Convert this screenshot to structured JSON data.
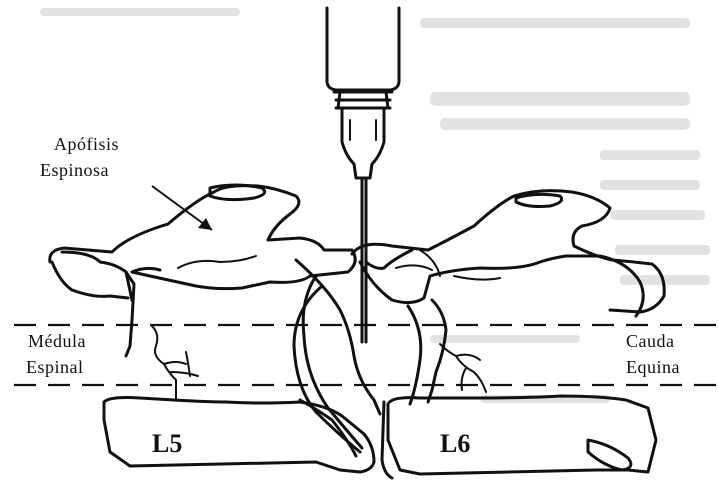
{
  "labels": {
    "spinous_process_line1": "Apófisis",
    "spinous_process_line2": "Espinosa",
    "spinal_cord_line1": "Médula",
    "spinal_cord_line2": "Espinal",
    "cauda_equina_line1": "Cauda",
    "cauda_equina_line2": "Equina",
    "vertebra_left": "L5",
    "vertebra_right": "L6"
  },
  "colors": {
    "ink": "#111111",
    "background": "#ffffff",
    "bleed_through": "#e2e2e2"
  }
}
